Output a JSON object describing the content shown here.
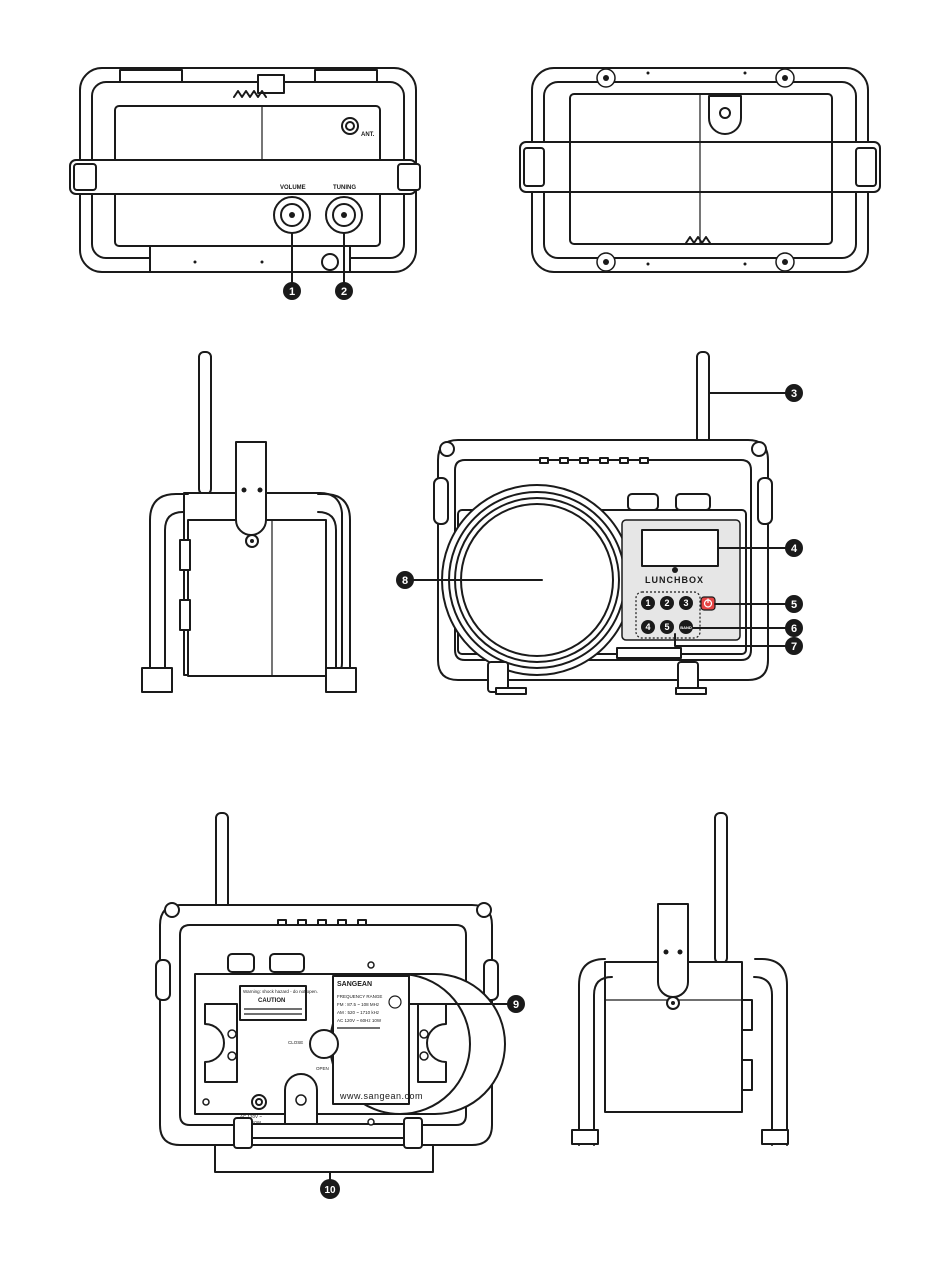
{
  "top_view": {
    "volume_label": "VOLUME",
    "tuning_label": "TUNING",
    "ant_label": "ANT."
  },
  "front_view": {
    "brand": "LUNCHBOX",
    "presets": [
      "1",
      "2",
      "3",
      "4",
      "5"
    ],
    "band_label": "BAND"
  },
  "rear_view": {
    "maker": "SANGEAN",
    "caution_title": "CAUTION",
    "freq_title": "FREQUENCY RANGE",
    "freq_fm": "FM : 87.5 ~ 108    MHz",
    "freq_am": "AM : 520 ~ 1710 kHz",
    "power_rating": "AC 120V ~ 60Hz 10W",
    "website": "www.sangean.com",
    "close_label": "CLOSE",
    "open_label": "OPEN",
    "ac_label_line1": "AC 120V ~",
    "ac_label_line2": "60Hz 10W"
  },
  "callouts": [
    {
      "number": "1",
      "target": "volume-knob"
    },
    {
      "number": "2",
      "target": "tuning-knob"
    },
    {
      "number": "3",
      "target": "antenna"
    },
    {
      "number": "4",
      "target": "lcd-display"
    },
    {
      "number": "5",
      "target": "power-button"
    },
    {
      "number": "6",
      "target": "band-button"
    },
    {
      "number": "7",
      "target": "preset-buttons"
    },
    {
      "number": "8",
      "target": "speaker"
    },
    {
      "number": "9",
      "target": "rating-label"
    },
    {
      "number": "10",
      "target": "feet"
    }
  ]
}
